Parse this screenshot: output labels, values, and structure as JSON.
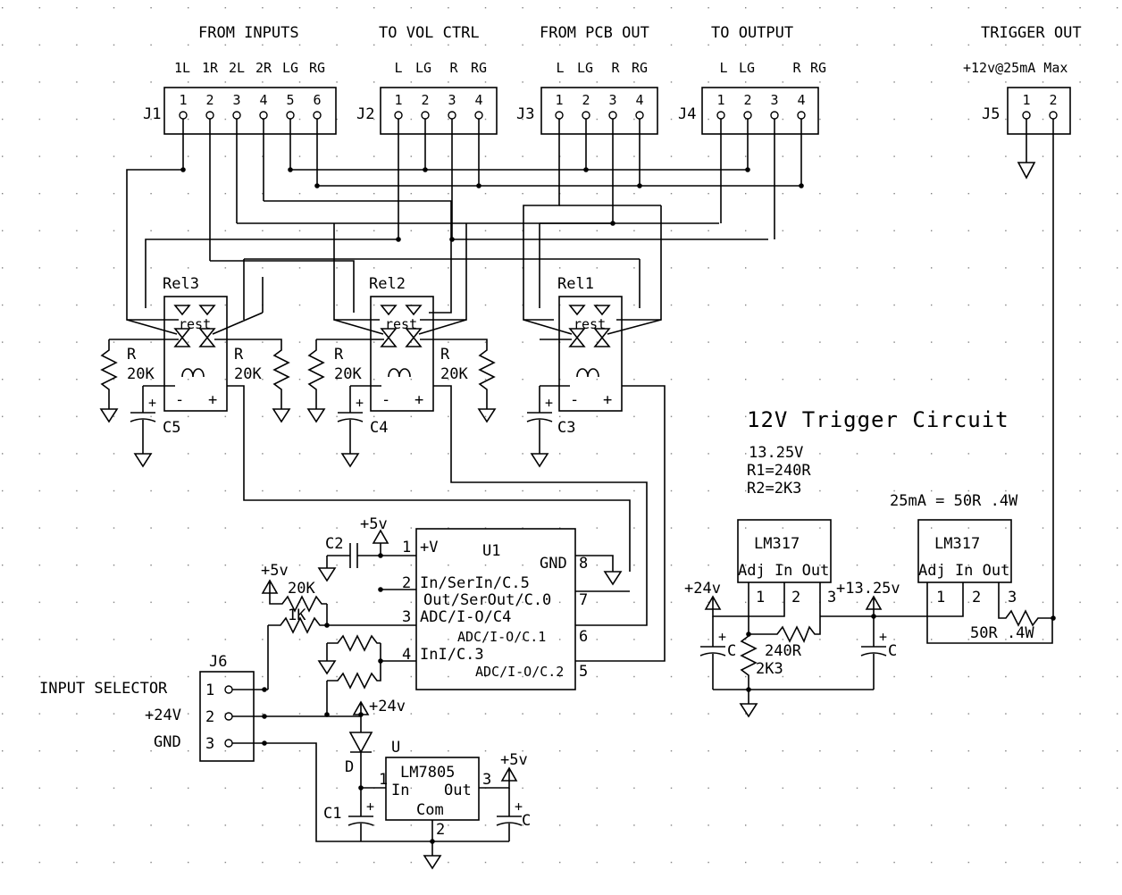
{
  "title": "12V Trigger Circuit",
  "headers": {
    "from_inputs": "FROM INPUTS",
    "to_vol_ctrl": "TO VOL CTRL",
    "from_pcb_out": "FROM PCB OUT",
    "to_output": "TO OUTPUT",
    "trigger_out": "TRIGGER OUT",
    "trigger_spec": "+12v@25mA Max"
  },
  "connectors": {
    "J1": {
      "ref": "J1",
      "labels": [
        "1L",
        "1R",
        "2L",
        "2R",
        "LG",
        "RG"
      ],
      "pins": [
        "1",
        "2",
        "3",
        "4",
        "5",
        "6"
      ]
    },
    "J2": {
      "ref": "J2",
      "labels": [
        "L",
        "LG",
        "R",
        "RG"
      ],
      "pins": [
        "1",
        "2",
        "3",
        "4"
      ]
    },
    "J3": {
      "ref": "J3",
      "labels": [
        "L",
        "LG",
        "R",
        "RG"
      ],
      "pins": [
        "1",
        "2",
        "3",
        "4"
      ]
    },
    "J4": {
      "ref": "J4",
      "labels": [
        "L",
        "LG",
        "R",
        "RG"
      ],
      "pins": [
        "1",
        "2",
        "3",
        "4"
      ]
    },
    "J5": {
      "ref": "J5",
      "pins": [
        "1",
        "2"
      ]
    },
    "J6": {
      "ref": "J6",
      "pins": [
        "1",
        "2",
        "3"
      ],
      "signals": [
        "INPUT SELECTOR",
        "+24V",
        "GND"
      ]
    }
  },
  "relays": [
    {
      "ref": "Rel3",
      "rest": "rest",
      "minus": "-",
      "plus": "+"
    },
    {
      "ref": "Rel2",
      "rest": "rest",
      "minus": "-",
      "plus": "+"
    },
    {
      "ref": "Rel1",
      "rest": "rest",
      "minus": "-",
      "plus": "+"
    }
  ],
  "resistor_labels": [
    "R",
    "20K"
  ],
  "capacitors": {
    "c5": "C5",
    "c4": "C4",
    "c3": "C3",
    "c2": "C2",
    "c1": "C1",
    "c": "C",
    "plus": "+"
  },
  "u1": {
    "ref": "U1",
    "pins_left": [
      {
        "num": "1",
        "label": "+V"
      },
      {
        "num": "2",
        "label": "In/SerIn/C.5"
      },
      {
        "num": "3",
        "label": "ADC/I-O/C4"
      },
      {
        "num": "4",
        "label": "InI/C.3"
      }
    ],
    "pins_right": [
      {
        "num": "8",
        "label": "GND"
      },
      {
        "num": "7",
        "label": "Out/SerOut/C.0"
      },
      {
        "num": "6",
        "label": "ADC/I-O/C.1"
      },
      {
        "num": "5",
        "label": "ADC/I-O/C.2"
      }
    ]
  },
  "input_network": {
    "plus5": "+5v",
    "r_top": "20K",
    "r_mid": "1K",
    "plus24": "+24v"
  },
  "lm7805": {
    "ref": "U",
    "name": "LM7805",
    "in": "In",
    "out": "Out",
    "com": "Com",
    "pin1": "1",
    "pin2": "2",
    "pin3": "3",
    "diode": "D",
    "plus5": "+5v"
  },
  "trigger": {
    "note_voltage": "13.25V",
    "note_r1": "R1=240R",
    "note_r2": "R2=2K3",
    "note_current": "25mA = 50R .4W",
    "reg_name": "LM317",
    "reg_pins": "Adj In Out",
    "pin1": "1",
    "pin2": "2",
    "pin3": "3",
    "v_in": "+24v",
    "v_out": "+13.25v",
    "r1": "240R",
    "r2": "2K3",
    "r_out": "50R .4W"
  }
}
